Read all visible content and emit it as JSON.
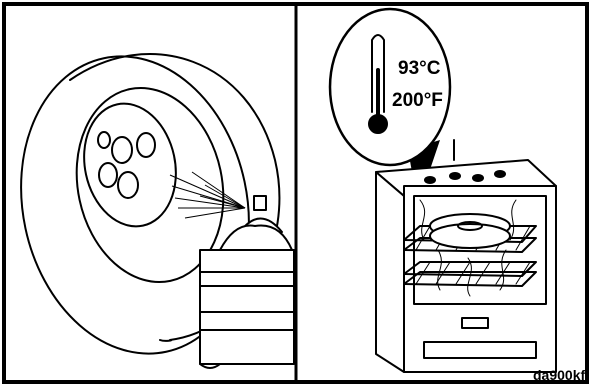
{
  "figure": {
    "temperature_celsius": "93°C",
    "temperature_fahrenheit": "200°F",
    "reference_code": "da900kf"
  }
}
